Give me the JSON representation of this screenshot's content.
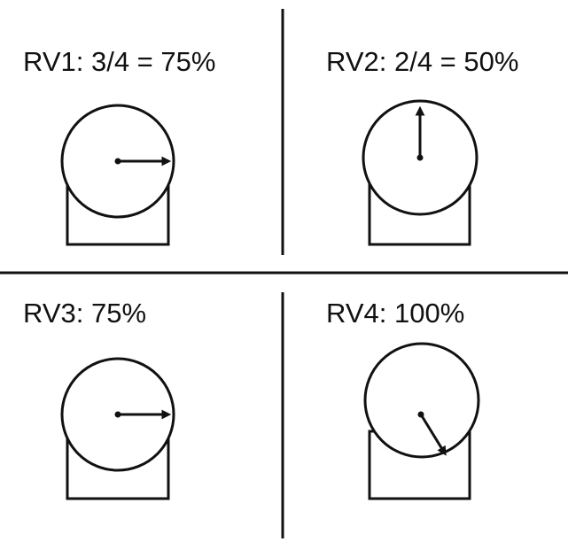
{
  "diagram": {
    "panels": [
      {
        "id": "rv1",
        "label": "RV1: 3/4 = 75%",
        "level_percent": 75,
        "fraction": "3/4",
        "arrow_direction": "right"
      },
      {
        "id": "rv2",
        "label": "RV2: 2/4 = 50%",
        "level_percent": 50,
        "fraction": "2/4",
        "arrow_direction": "up"
      },
      {
        "id": "rv3",
        "label": "RV3: 75%",
        "level_percent": 75,
        "arrow_direction": "right"
      },
      {
        "id": "rv4",
        "label": "RV4: 100%",
        "level_percent": 100,
        "arrow_direction": "down-right"
      }
    ],
    "colors": {
      "stroke": "#111111",
      "background": "#ffffff"
    }
  }
}
